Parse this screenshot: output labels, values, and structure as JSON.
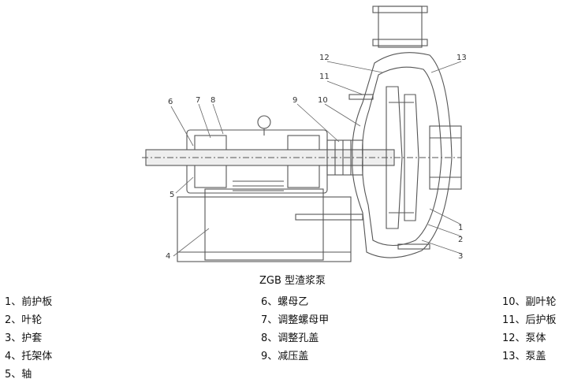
{
  "diagram": {
    "caption": "ZGB 型渣浆泵",
    "callouts": [
      "1",
      "2",
      "3",
      "4",
      "5",
      "6",
      "7",
      "8",
      "9",
      "10",
      "11",
      "12",
      "13"
    ]
  },
  "parts": {
    "col1": [
      "1、前护板",
      "2、叶轮",
      "3、护套",
      "4、托架体",
      "5、轴"
    ],
    "col2": [
      "6、螺母乙",
      "7、调整螺母甲",
      "8、调整孔盖",
      "9、减压盖"
    ],
    "col3": [
      "10、副叶轮",
      "11、后护板",
      "12、泵体",
      "13、泵盖"
    ]
  }
}
